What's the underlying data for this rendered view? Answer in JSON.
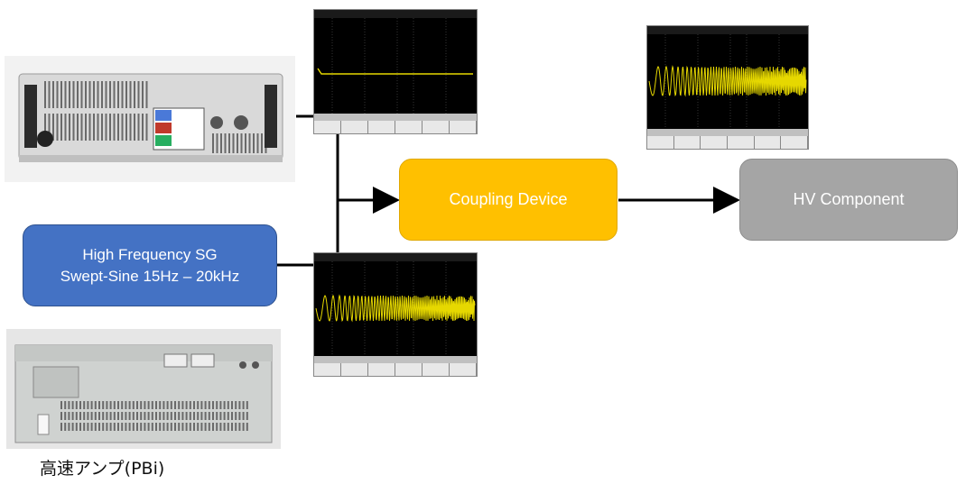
{
  "blocks": {
    "signal_generator": {
      "line1": "High Frequency SG",
      "line2": "Swept-Sine 15Hz – 20kHz",
      "color": "#4472c4"
    },
    "coupling_device": {
      "label": "Coupling Device",
      "color": "#ffc000"
    },
    "hv_component": {
      "label": "HV Component",
      "color": "#a5a5a5"
    }
  },
  "caption": "高速アンプ(PBi)",
  "trace_color": "#e6d800"
}
